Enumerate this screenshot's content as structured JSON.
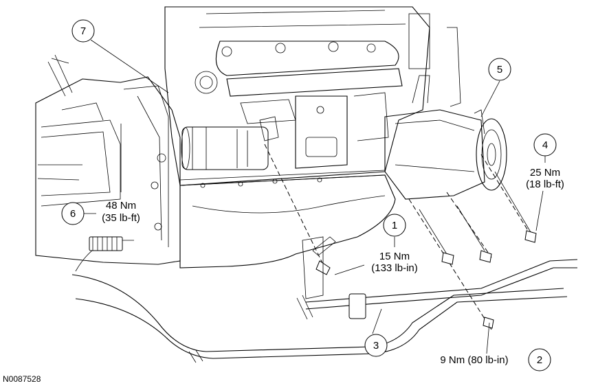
{
  "figure_id": "N0087528",
  "callouts": [
    {
      "number": "1",
      "torque": "15 Nm",
      "torque_alt": "(133 lb-in)"
    },
    {
      "number": "2",
      "torque": "9 Nm (80 lb-in)"
    },
    {
      "number": "3"
    },
    {
      "number": "4",
      "torque": "25 Nm",
      "torque_alt": "(18 lb-ft)"
    },
    {
      "number": "5"
    },
    {
      "number": "6",
      "torque": "48 Nm",
      "torque_alt": "(35 lb-ft)"
    },
    {
      "number": "7"
    }
  ]
}
